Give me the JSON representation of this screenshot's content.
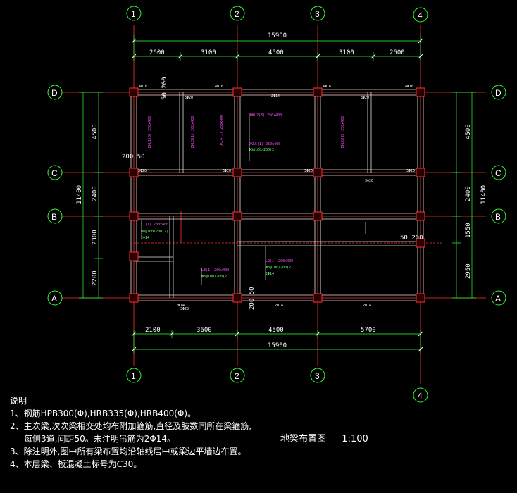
{
  "axes": {
    "vertical": [
      "1",
      "2",
      "3",
      "4"
    ],
    "horizontal": [
      "D",
      "C",
      "B",
      "A"
    ]
  },
  "dims": {
    "top_total": "15900",
    "top_spans": [
      "2600",
      "3100",
      "4500",
      "3100",
      "2600"
    ],
    "bottom_spans": [
      "2100",
      "3600",
      "4500",
      "5700"
    ],
    "bottom_total": "15900",
    "left_spans": [
      "4500",
      "2400",
      "2300",
      "2200"
    ],
    "left_total": "11400",
    "right_spans": [
      "4500",
      "2400",
      "1550",
      "2950"
    ],
    "right_total": "11400",
    "offset_a": "50 200",
    "offset_b": "200 50",
    "offset_c": "50 200",
    "offset_d": "200 50"
  },
  "beam_labels": {
    "white": [
      "4Φ16",
      "4Φ16",
      "4Φ16",
      "4Φ16",
      "3Φ20",
      "3Φ20",
      "3Φ20",
      "3Φ20",
      "3Φ20",
      "3Φ20",
      "2Φ14",
      "2Φ14",
      "2Φ14",
      "2Φ14",
      "3Φ20",
      "3Φ20"
    ],
    "magenta": [
      "DKL1(3) 250x400",
      "DKL2(3) 250x400",
      "DKL3(1) 200x400",
      "DKL4(1) 200x400",
      "DKL5(1) 250x400",
      "DKL6(2) 250x400",
      "L1(1) 200x400",
      "L2(1) 200x400",
      "L3(1) 200x400"
    ],
    "green": [
      "Φ8@100/200(2)",
      "Φ8@100/200(2)",
      "Φ8@100/200(2)",
      "Φ8@100/200(2)",
      "2Φ14",
      "2Φ14"
    ]
  },
  "notes": {
    "heading": "说明",
    "items": [
      "1、钢筋HPB300(Φ),HRB335(Φ),HRB400(Φ)。",
      "2、主次梁,次次梁相交处均布附加箍筋,直径及肢数同所在梁箍筋,",
      "每侧3道,间距50。未注明吊筋为2Φ14。",
      "3、除注明外,图中所有梁布置均沿轴线居中或梁边平墙边布置。",
      "4、本层梁、板混凝土标号为C30。"
    ]
  },
  "drawing_title": {
    "name": "地梁布置图",
    "scale": "1:100"
  },
  "colors": {
    "axis_line": "#ff3030",
    "dim_line": "#30ff30",
    "beam": "#e0e0e0",
    "column": "#ff3030",
    "label_magenta": "#ff4dff",
    "label_green": "#6cff6c"
  }
}
